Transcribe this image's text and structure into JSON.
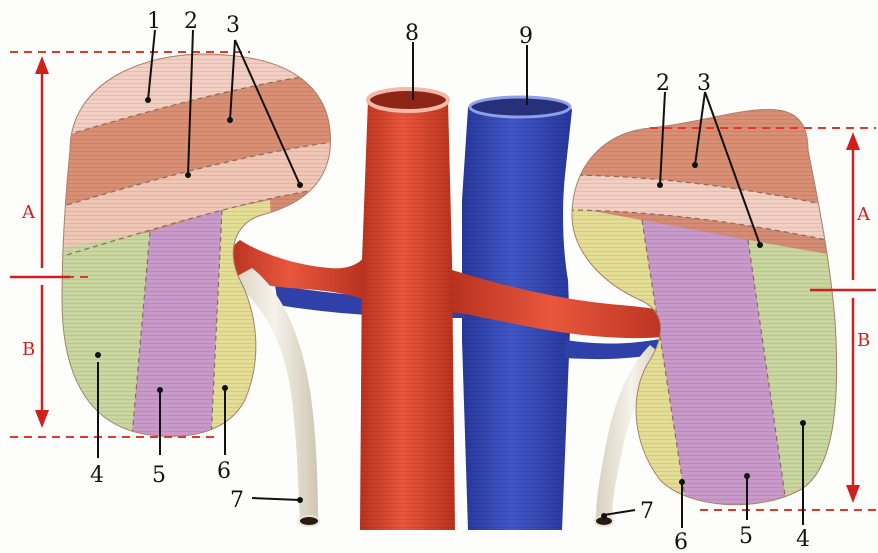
{
  "labels": {
    "n1": "1",
    "n2_left": "2",
    "n3_left": "3",
    "n8": "8",
    "n9": "9",
    "n2_right": "2",
    "n3_right": "3",
    "n4_left": "4",
    "n5_left": "5",
    "n6_left": "6",
    "n7_left": "7",
    "n4_right": "4",
    "n5_right": "5",
    "n6_right": "6",
    "n7_right": "7"
  },
  "dimensions": {
    "left_A": "A",
    "left_B": "B",
    "right_A": "A",
    "right_B": "B"
  },
  "colors": {
    "artery": "#d9442e",
    "vein": "#3448b3",
    "ureter": "#efe9dd",
    "segment_pink": "#e8b8a4",
    "segment_salmon": "#d98f74",
    "segment_green": "#c9d6a0",
    "segment_violet": "#c89ac9",
    "segment_yellow": "#e3dd96",
    "dimension": "#d0201d"
  }
}
